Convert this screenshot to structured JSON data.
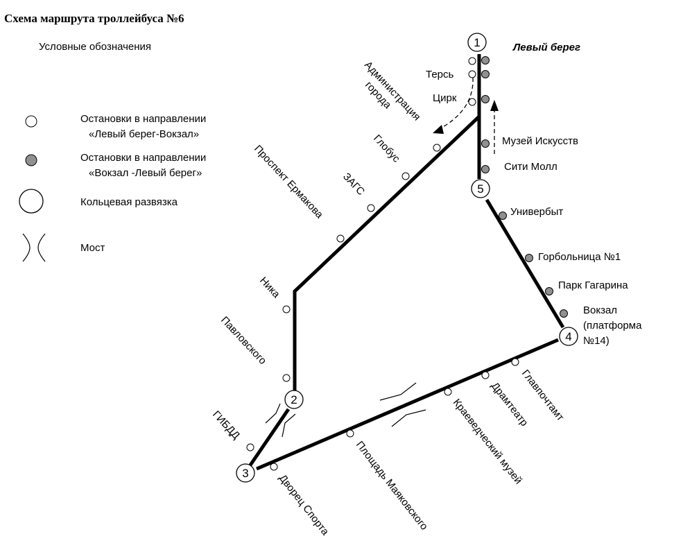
{
  "title": "Схема маршрута троллейбуса №6",
  "legend": {
    "heading": "Условные обозначения",
    "white_stop_line1": "Остановки в направлении",
    "white_stop_line2": "«Левый берег-Вокзал»",
    "grey_stop_line1": "Остановки в направлении",
    "grey_stop_line2": "«Вокзал -Левый берег»",
    "ring": "Кольцевая развязка",
    "bridge": "Мост"
  },
  "rings": [
    "1",
    "2",
    "3",
    "4",
    "5"
  ],
  "bank_label": "Левый берег",
  "stops": {
    "ters": "Терсь",
    "tsirk": "Цирк",
    "admin_line1": "Администрация",
    "admin_line2": "города",
    "globus": "Глобус",
    "zags": "ЗАГС",
    "ermakova": "Проспект Ермакова",
    "nika": "Ника",
    "pavlovskogo": "Павловского",
    "gibdd": "ГИБДД",
    "dvorets": "Дворец Спорта",
    "mayakovskogo": "Площадь Маяковского",
    "kraeved": "Краеведческий музей",
    "dramteatr": "Драмтеатр",
    "glavpochtamt": "Главпочтамт",
    "vokzal_line1": "Вокзал",
    "vokzal_line2": "(платформа",
    "vokzal_line3": "№14)",
    "park": "Парк Гагарина",
    "gorbolnitsa": "Горбольница №1",
    "univerbyt": "Универбыт",
    "siti_moll": "Сити Молл",
    "muzei_isk": "Музей Искусств"
  }
}
